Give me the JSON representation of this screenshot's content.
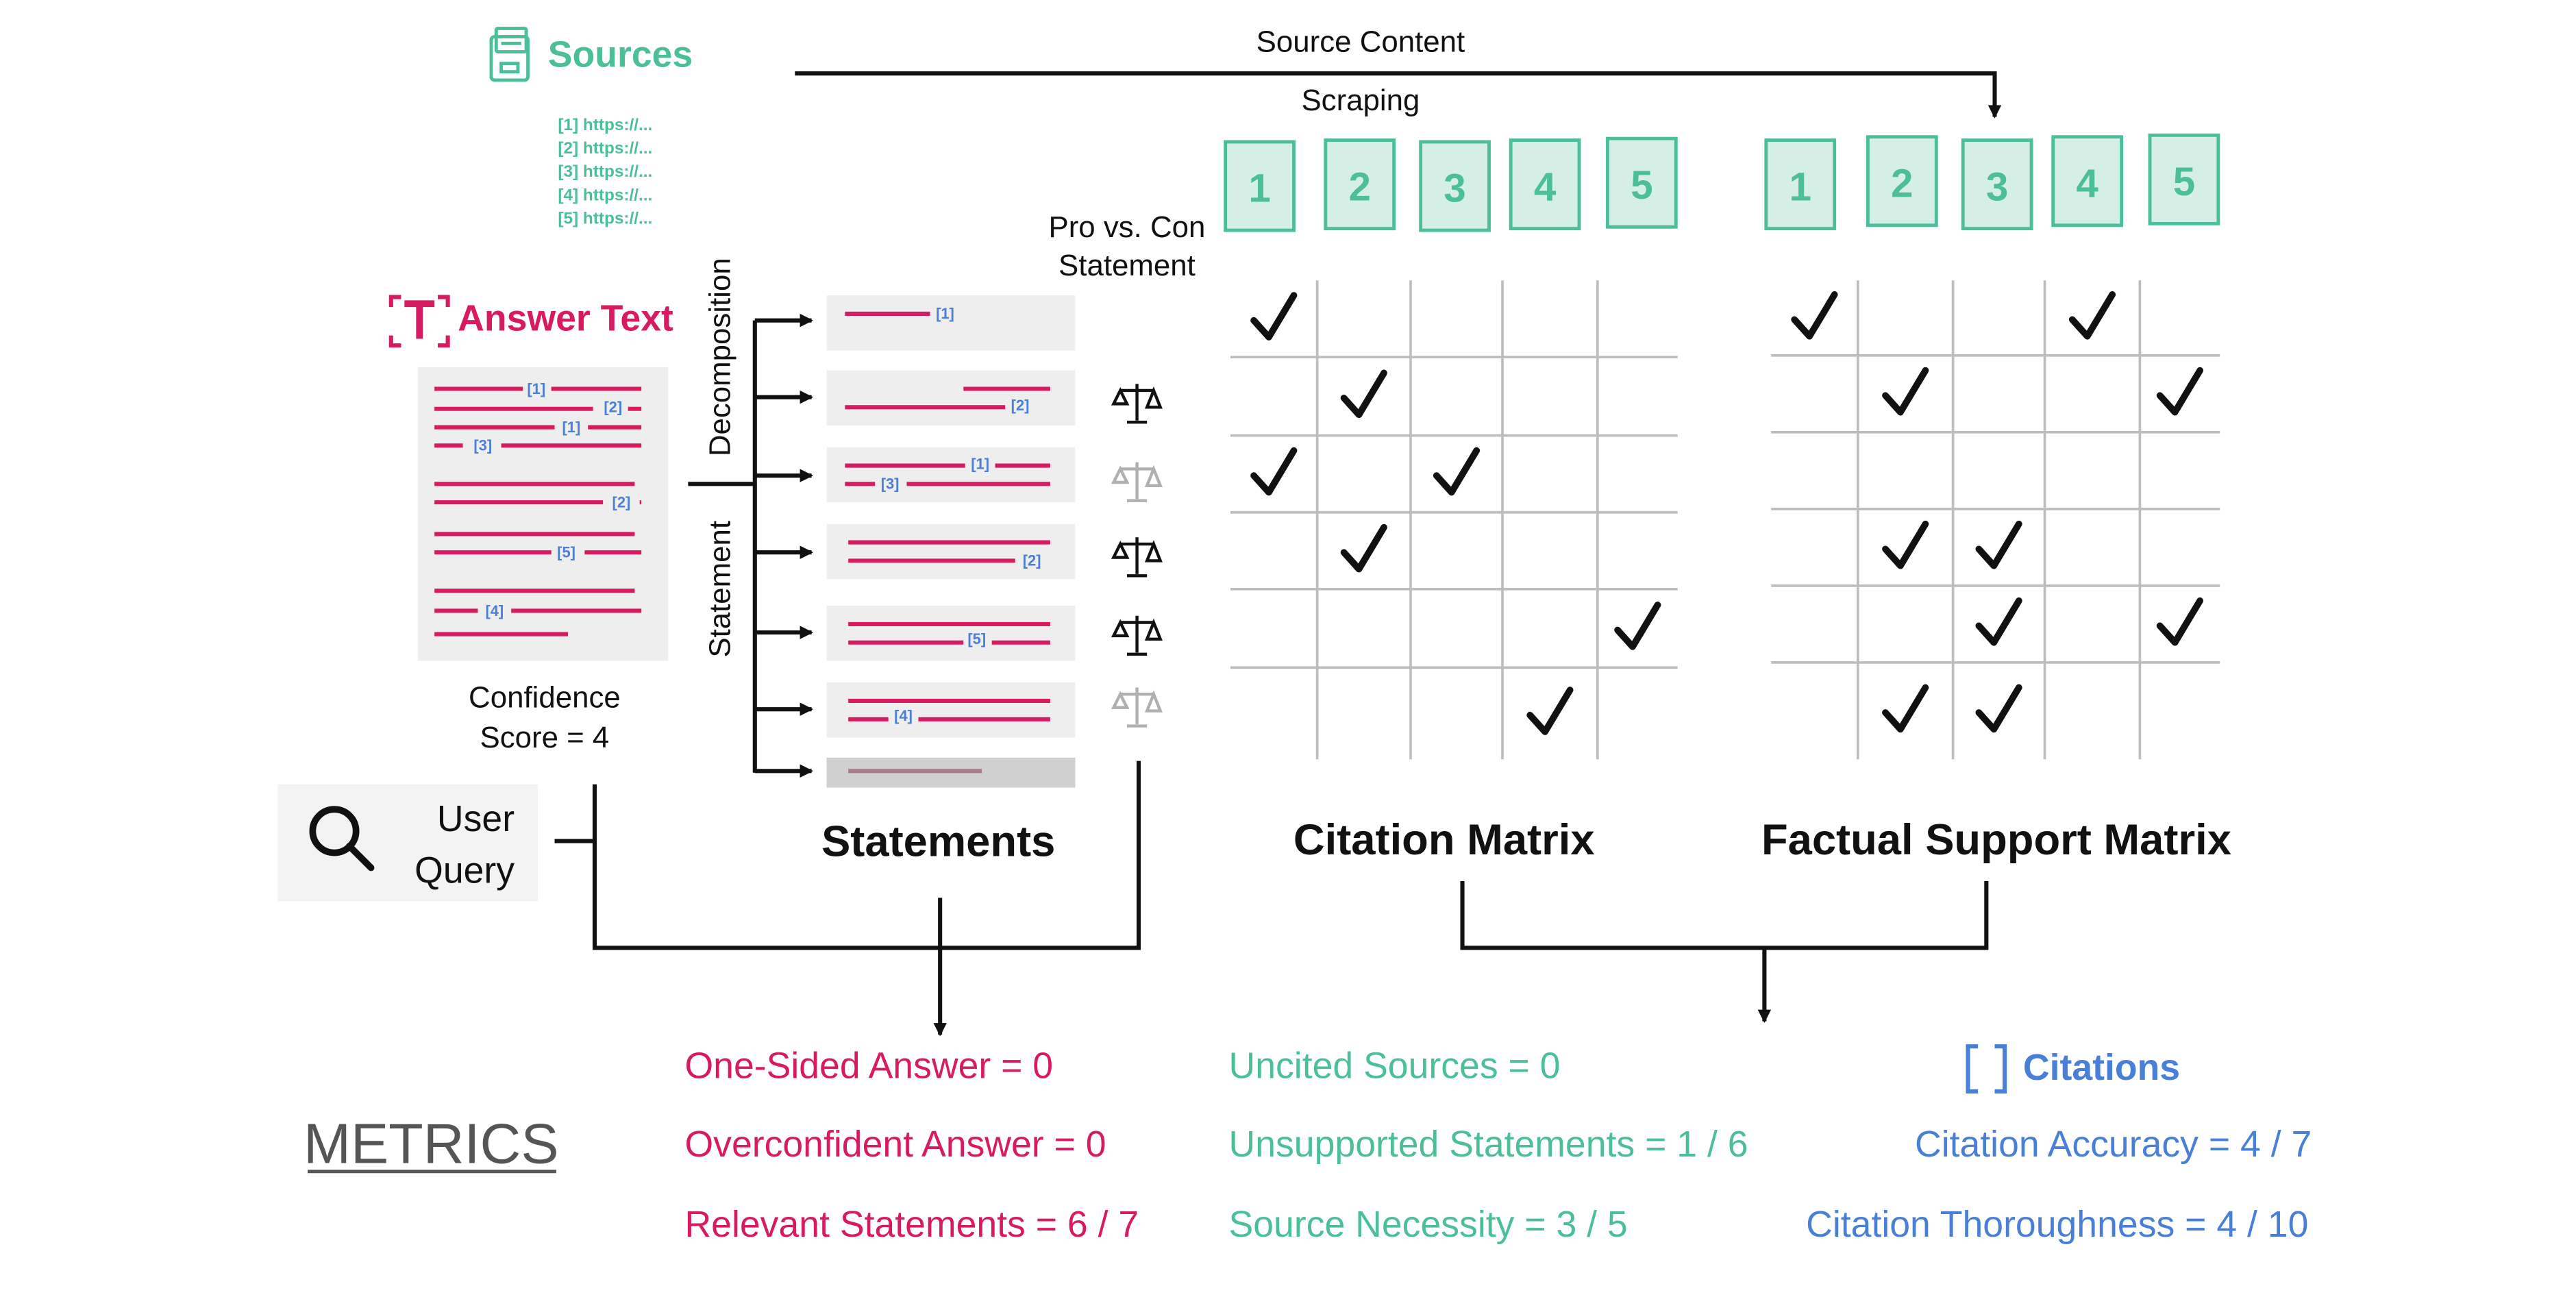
{
  "colors": {
    "pink": "#d81b60",
    "green": "#4cbf97",
    "blue": "#4a7fd8",
    "black": "#111111",
    "gray_box": "#eeeeee",
    "gray_grid": "#bdbdbd",
    "box_fill": "#d6efe6"
  },
  "sources": {
    "icon": "document-stack-icon",
    "title": "Sources",
    "urls": [
      "[1] https://...",
      "[2] https://...",
      "[3] https://...",
      "[4] https://...",
      "[5] https://..."
    ]
  },
  "flow_labels": {
    "source_content": "Source Content",
    "scraping": "Scraping",
    "pro_con_line1": "Pro vs. Con",
    "pro_con_line2": "Statement",
    "decomposition": "Decomposition",
    "statement": "Statement"
  },
  "answer": {
    "icon": "text-t-icon",
    "title": "Answer Text",
    "citations": [
      "[1]",
      "[2]",
      "[1]",
      "[3]",
      "[2]",
      "[5]",
      "[4]"
    ],
    "confidence_line1": "Confidence",
    "confidence_line2": "Score = 4"
  },
  "query": {
    "icon": "search-icon",
    "line1": "User",
    "line2": "Query"
  },
  "statements": {
    "title": "Statements",
    "citations": [
      "[1]",
      "[2]",
      "[1]",
      "[3]",
      "[2]",
      "[5]",
      "[4]"
    ],
    "balance_icons": [
      "active",
      "faded",
      "active",
      "active",
      "faded"
    ]
  },
  "citation_matrix": {
    "title": "Citation Matrix",
    "source_ids": [
      "1",
      "2",
      "3",
      "4",
      "5"
    ],
    "checks": [
      [
        0
      ],
      [
        1
      ],
      [
        0,
        2
      ],
      [
        1
      ],
      [
        4
      ],
      [
        3
      ]
    ]
  },
  "support_matrix": {
    "title": "Factual Support Matrix",
    "source_ids": [
      "1",
      "2",
      "3",
      "4",
      "5"
    ],
    "checks": [
      [
        0,
        3
      ],
      [
        1,
        4
      ],
      [],
      [
        1,
        2
      ],
      [
        2,
        4
      ],
      [
        1,
        2
      ]
    ]
  },
  "metrics": {
    "heading": "METRICS",
    "citations_heading": "Citations",
    "citations_icon": "brackets-icon",
    "pink": [
      "One-Sided Answer = 0",
      "Overconfident Answer = 0",
      "Relevant Statements = 6 / 7"
    ],
    "green": [
      "Uncited Sources = 0",
      "Unsupported Statements = 1 / 6",
      "Source Necessity = 3 / 5"
    ],
    "blue": [
      "Citation Accuracy = 4 / 7",
      "Citation Thoroughness = 4 / 10"
    ]
  }
}
